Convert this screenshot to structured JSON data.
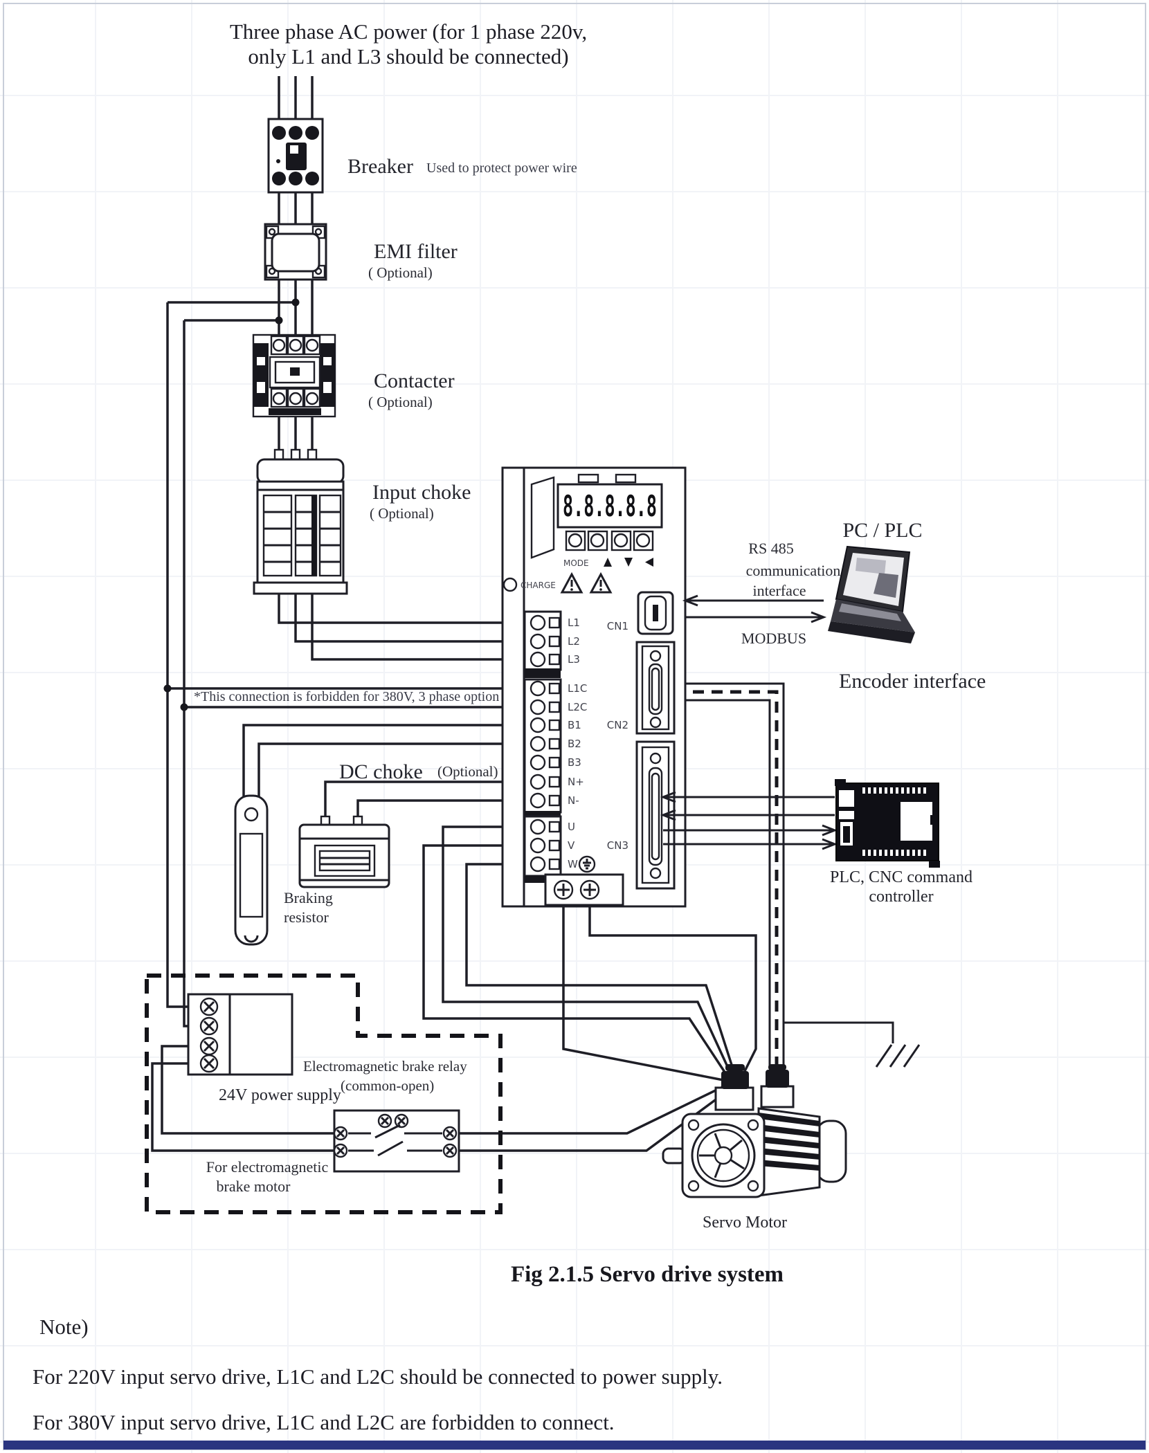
{
  "page": {
    "fig_caption": "Fig 2.1.5 Servo drive system",
    "note_title": "Note)",
    "note1": "For 220V input servo drive, L1C and L2C should be connected to power supply.",
    "note2": "For 380V input servo drive, L1C and L2C are forbidden to connect.",
    "accent_color": "#2a3580",
    "ink_color": "#1e1e26"
  },
  "power_input": {
    "title_line1": "Three phase AC power (for 1 phase 220v,",
    "title_line2": "only L1 and L3 should be connected)",
    "breaker": {
      "label": "Breaker",
      "note": "Used to protect power wire"
    },
    "emi_filter": {
      "label": "EMI filter",
      "optional": "( Optional)"
    },
    "contactor": {
      "label": "Contacter",
      "optional": "( Optional)"
    },
    "input_choke": {
      "label": "Input choke",
      "optional": "( Optional)"
    },
    "forbidden_note": "*This connection is forbidden for 380V, 3 phase option"
  },
  "drive": {
    "display_value": "8.8.8.8.8",
    "panel": {
      "mode_label": "MODE",
      "charge_label": "CHARGE"
    },
    "terminals": [
      "L1",
      "L2",
      "L3",
      "L1C",
      "L2C",
      "B1",
      "B2",
      "B3",
      "N+",
      "N-",
      "U",
      "V",
      "W"
    ],
    "connectors": [
      "CN1",
      "CN2",
      "CN3"
    ]
  },
  "accessories": {
    "dc_choke": {
      "label": "DC choke",
      "optional": "(Optional)"
    },
    "braking_resistor": {
      "line1": "Braking",
      "line2": "resistor"
    }
  },
  "communication": {
    "rs485_line1": "RS 485",
    "rs485_line2": "communication",
    "rs485_line3": "interface",
    "modbus": "MODBUS",
    "pc_plc": "PC / PLC",
    "encoder_interface": "Encoder interface",
    "plc_cnc_line1": "PLC, CNC command",
    "plc_cnc_line2": "controller"
  },
  "brake_circuit": {
    "supply_label": "24V power supply",
    "relay_line1": "Electromagnetic brake relay",
    "relay_line2": "(common-open)",
    "motor_note_line1": "For electromagnetic",
    "motor_note_line2": "brake motor"
  },
  "motor": {
    "label": "Servo Motor"
  }
}
